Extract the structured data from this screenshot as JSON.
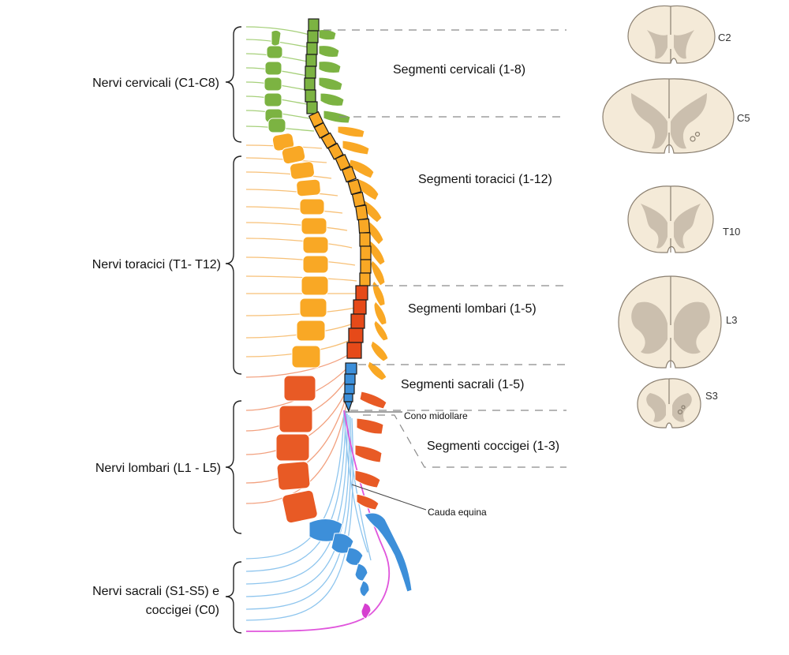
{
  "nerve_groups": [
    {
      "label": "Nervi cervicali (C1-C8)"
    },
    {
      "label": "Nervi toracici (T1- T12)"
    },
    {
      "label": "Nervi lombari (L1 - L5)"
    },
    {
      "label_line1": "Nervi sacrali (S1-S5) e",
      "label_line2": "coccigei (C0)"
    }
  ],
  "segments": [
    {
      "label": "Segmenti cervicali (1-8)"
    },
    {
      "label": "Segmenti toracici (1-12)"
    },
    {
      "label": "Segmenti lombari (1-5)"
    },
    {
      "label": "Segmenti sacrali (1-5)"
    },
    {
      "label": "Segmenti coccigei (1-3)"
    }
  ],
  "annotations": {
    "conus": "Cono midollare",
    "cauda": "Cauda equina"
  },
  "cross_sections": [
    {
      "label": "C2"
    },
    {
      "label": "C5"
    },
    {
      "label": "T10"
    },
    {
      "label": "L3"
    },
    {
      "label": "S3"
    }
  ],
  "colors": {
    "cervical": "#7cb342",
    "thoracic": "#f9a825",
    "lumbar": "#e64a19",
    "sacral": "#3d8fd9",
    "coccygeal": "#d63fd0",
    "cord_tissue": "#f4ead8",
    "grey_matter": "#cbbfae"
  }
}
